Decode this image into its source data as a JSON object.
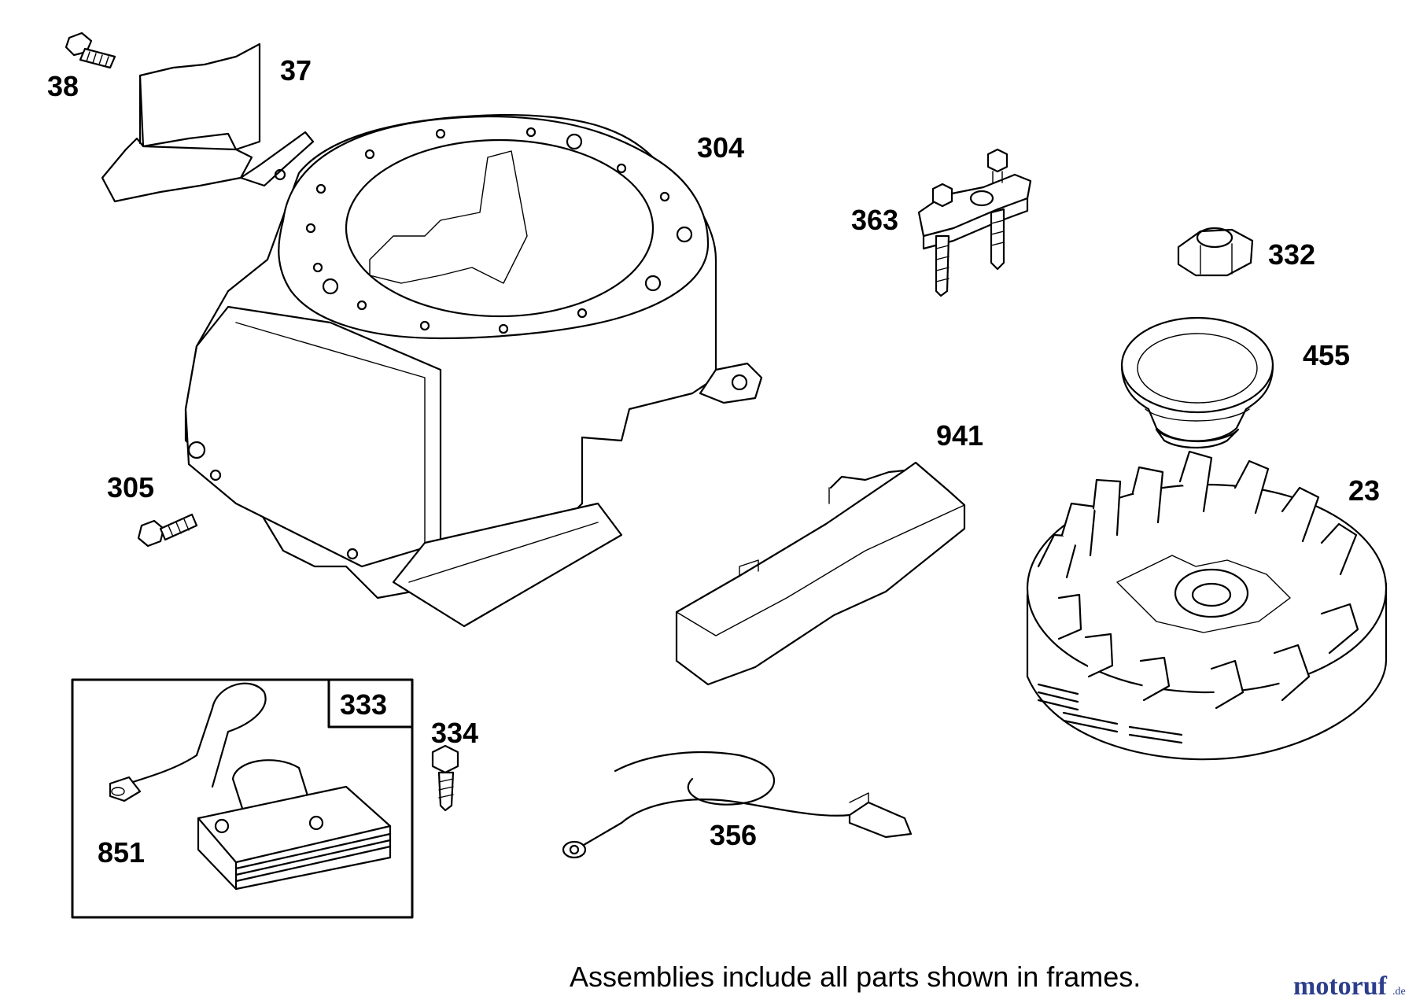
{
  "callouts": {
    "p38": "38",
    "p37": "37",
    "p304": "304",
    "p363": "363",
    "p332": "332",
    "p455": "455",
    "p941": "941",
    "p23": "23",
    "p305": "305",
    "p333": "333",
    "p334": "334",
    "p851": "851",
    "p356": "356"
  },
  "footnote": "Assemblies include all parts shown in frames.",
  "watermark": {
    "name": "motoruf",
    "tld": ".de"
  },
  "colors": {
    "line": "#000000",
    "background": "#ffffff",
    "watermark": "#2c3e8c"
  }
}
